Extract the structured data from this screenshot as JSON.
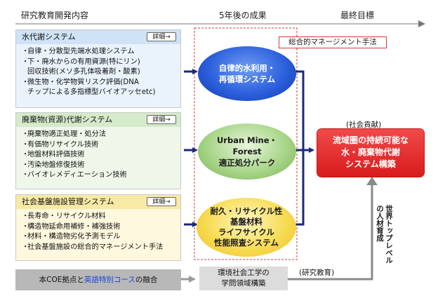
{
  "headers": {
    "col1": "研究教育開発内容",
    "col2": "5年後の成果",
    "col3": "最終目標"
  },
  "detail_label": "詳細→",
  "panels": [
    {
      "title": "水代謝システム",
      "items": [
        "自律・分散型先端水処理システム",
        "下・廃水からの有用資源(特にリン)",
        "回収技術(メソ多孔体吸着剤・酸素)",
        "微生物・化学物質リスク評価(DNA",
        "チップによる多指標型バイオアッセetc)"
      ]
    },
    {
      "title": "廃棄物(資源)代謝システム",
      "items": [
        "廃棄物適正処理・処分法",
        "有価物リサイクル技術",
        "地盤材料評価技術",
        "汚染地盤修復技術",
        "バイオレメディエーション技術"
      ]
    },
    {
      "title": "社会基盤施設管理システム",
      "items": [
        "長寿命・リサイクル材料",
        "構造物延命用補修・補強技術",
        "材料・構造物劣化予測モデル",
        "社会基盤施設の総合的マネージメント手法"
      ]
    }
  ],
  "outcomes": [
    [
      "自律的水利用・",
      "再循環システム"
    ],
    [
      "Urban Mine・",
      "Forest",
      "適正処分パーク"
    ],
    [
      "耐久・リサイクル性",
      "基盤材料",
      "ライフサイクル",
      "性能照査システム"
    ]
  ],
  "mgmt_label": "総合的マネージメント手法",
  "social_label": "(社会貢献)",
  "goal": [
    "流域圏の持続可能な",
    "水・廃棄物代謝",
    "システム構築"
  ],
  "bottom_left": {
    "pre": "本COE拠点と",
    "link": "英語特別コース",
    "post": "の融合"
  },
  "bottom_mid": [
    "環境社会工学の",
    "学問領域構築"
  ],
  "research_label": "(研究教育)",
  "vertical_label": [
    "世界トップレベル",
    "の人材育成"
  ],
  "colors": {
    "panel1_head": "#cfe2f6",
    "panel1_body": "#eaf3fc",
    "panel2_head": "#d5eacb",
    "panel2_body": "#eef7ea",
    "panel3_head": "#f8e9a5",
    "panel3_body": "#fdf8de",
    "ell_blue": "#1f4fd0",
    "ell_green": "#8cc46a",
    "ell_yellow": "#f6d53c",
    "goal_red": "#e92a2a",
    "arrow_navy": "#1a2a78",
    "dashed_red": "#d33a3a",
    "gray_box": "#b8b8b8"
  }
}
